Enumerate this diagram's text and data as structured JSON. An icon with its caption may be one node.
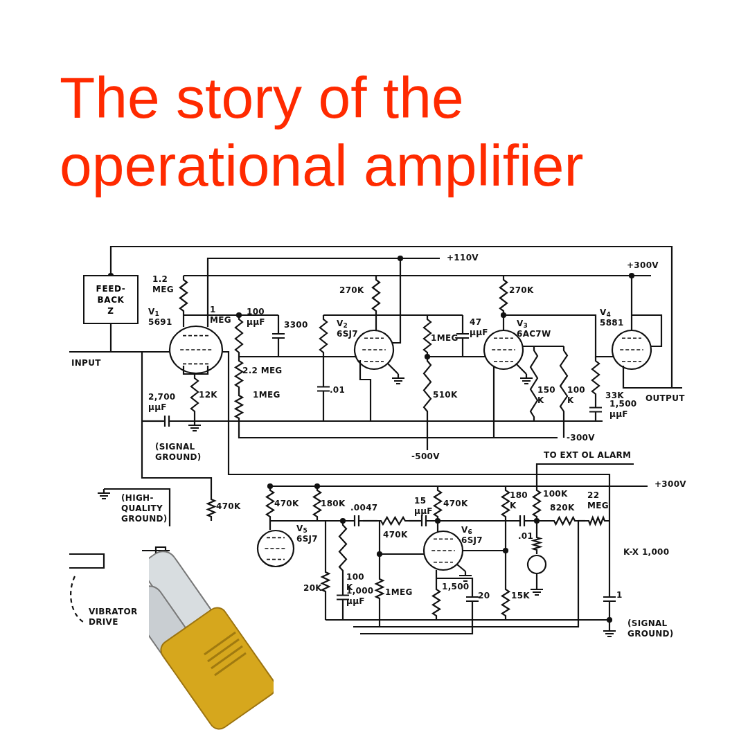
{
  "diagram": {
    "title": "The story of the operational amplifier",
    "nodes": [
      {
        "text": [
          "FEED- BACK Z"
        ]
      }
    ],
    "labels": [
      "+110V",
      "+300V",
      "1.2 MEG",
      "270K",
      "270K",
      "V$_{1}$ 5691",
      "1 MEG",
      "100 μμF",
      "3300",
      "V$_{2}$ 6SJ7",
      "1MEG",
      "47 μμF",
      "V$_{3}$ 6AC7W",
      "V$_{4}$ 5881",
      "INPUT",
      "2.2 MEG",
      "12K",
      "1MEG",
      "2,700 μμF",
      ".01",
      "510K",
      "150 K",
      "100 K",
      "33K",
      "1,500 μμF",
      "OUTPUT",
      "(SIGNAL GROUND)",
      "-300V",
      "-500V",
      "TO EXT OL ALARM",
      "+300V",
      "(HIGH- QUALITY GROUND)",
      "470K",
      "470K",
      "180K",
      ".0047",
      "15 μμF",
      "470K",
      "180 K",
      "100K",
      "820K",
      "22 MEG",
      "470K",
      "V$_{5}$ 6SJ7",
      "V$_{6}$ 6SJ7",
      ".01",
      "K-X 1,000",
      "100 K",
      "20K",
      "1,000 μμF",
      "1MEG",
      "1,500",
      "20",
      "15K",
      "1",
      "VIBRATOR DRIVE",
      "(SIGNAL GROUND)"
    ]
  }
}
